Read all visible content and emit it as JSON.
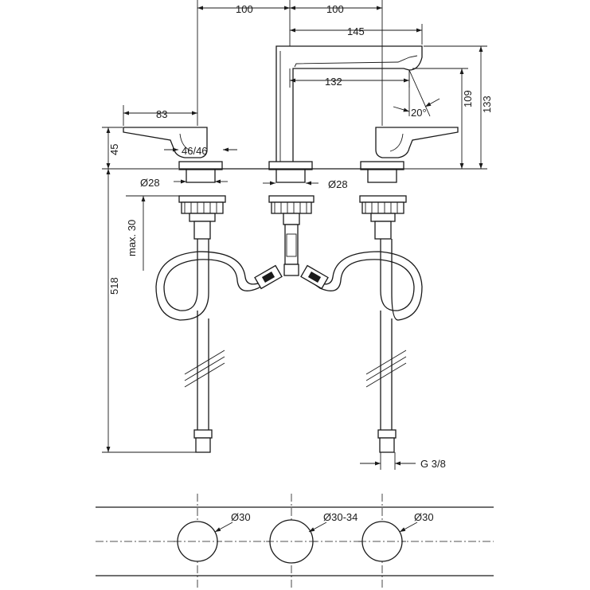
{
  "dimensions": {
    "d100_left": "100",
    "d100_right": "100",
    "d145": "145",
    "d132": "132",
    "d133": "133",
    "d109": "109",
    "d20deg": "20°",
    "d83": "83",
    "d45": "45",
    "d46_46": "46/46",
    "d28_left": "Ø28",
    "d28_right": "Ø28",
    "max30": "max. 30",
    "d518": "518",
    "g38": "G 3/8",
    "hole_left": "Ø30",
    "hole_mid": "Ø30-34",
    "hole_right": "Ø30"
  }
}
